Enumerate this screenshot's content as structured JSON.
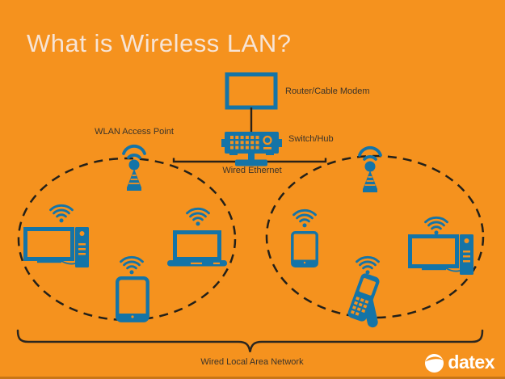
{
  "slide": {
    "title": "What is Wireless LAN?",
    "colors": {
      "background_orange": "#F5921E",
      "device_blue": "#1474A7",
      "label_dark": "#3A332A",
      "line_dark": "#2A2620",
      "title_cream": "#F7E4D5",
      "logo_white": "#FFFFFF"
    }
  },
  "diagram": {
    "labels": {
      "router": "Router/Cable Modem",
      "switch": "Switch/Hub",
      "wired_ethernet": "Wired Ethernet",
      "wlan_access_point": "WLAN Access Point",
      "wired_lan": "Wired Local Area Network"
    },
    "icons": [
      "router-cable-modem-icon",
      "switch-hub-icon",
      "wlan-access-point-antenna-icon",
      "wifi-signal-icon",
      "desktop-pc-icon",
      "laptop-icon",
      "tablet-icon",
      "handheld-scanner-icon"
    ],
    "wireless-cells": 2
  },
  "branding": {
    "logo_text": "datex"
  }
}
